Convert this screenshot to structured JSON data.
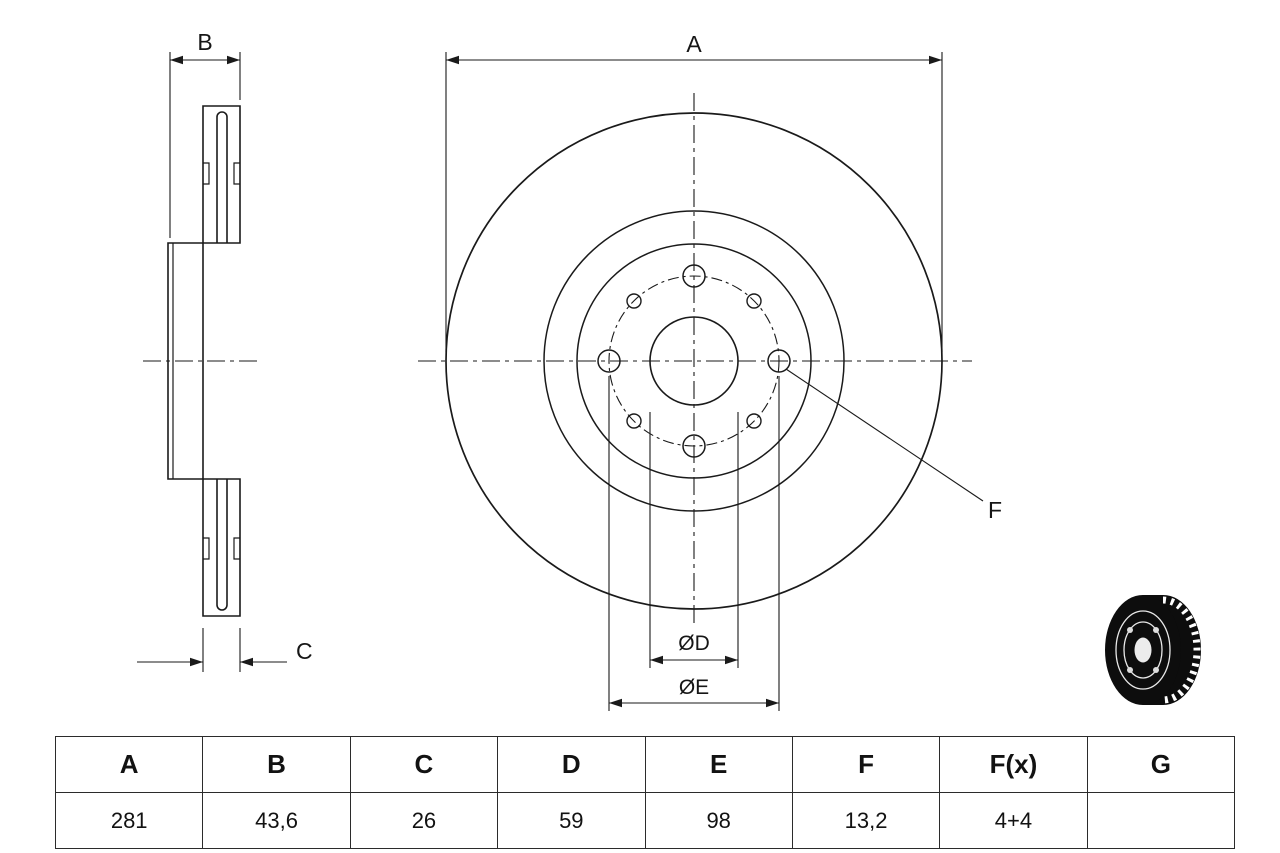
{
  "drawing": {
    "labels": {
      "a": "A",
      "b": "B",
      "c": "C",
      "d": "ØD",
      "e": "ØE",
      "f": "F"
    }
  },
  "table": {
    "headers": [
      "A",
      "B",
      "C",
      "D",
      "E",
      "F",
      "F(x)",
      "G"
    ],
    "values": [
      "281",
      "43,6",
      "26",
      "59",
      "98",
      "13,2",
      "4+4",
      ""
    ]
  }
}
